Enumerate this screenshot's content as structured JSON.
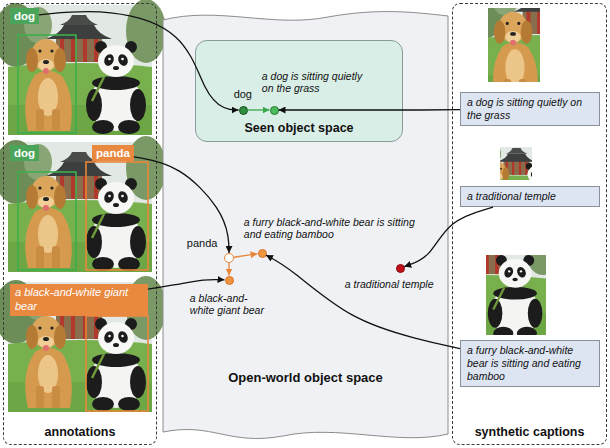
{
  "diagram": {
    "nodes": [
      {
        "text": [
          "annotations"
        ]
      },
      {
        "text": [
          "dog"
        ],
        "in": 0
      },
      {
        "text": [
          "dog"
        ],
        "in": 0
      },
      {
        "text": [
          "panda"
        ],
        "in": 0
      },
      {
        "text": [
          "a black-and-white giant bear"
        ],
        "in": 0
      },
      {
        "text": [
          "Open-world object space"
        ]
      },
      {
        "text": [
          "Seen object space"
        ],
        "in": 5
      },
      {
        "text": [
          "dog"
        ],
        "in": 6
      },
      {
        "text": [
          "a dog is sitting quietly on the grass"
        ],
        "in": 6
      },
      {
        "text": [
          "panda"
        ],
        "in": 5
      },
      {
        "text": [
          "a furry black-and-white bear is sitting and eating bamboo"
        ],
        "in": 5
      },
      {
        "text": [
          "a black-and-white giant bear"
        ],
        "in": 5
      },
      {
        "text": [
          "a traditional temple"
        ],
        "in": 5
      },
      {
        "text": [
          "synthetic captions"
        ]
      },
      {
        "text": [
          "a dog is sitting quietly on the grass"
        ],
        "in": 13
      },
      {
        "text": [
          "a traditional temple"
        ],
        "in": 13
      },
      {
        "text": [
          "a furry black-and-white bear is sitting and eating bamboo"
        ],
        "in": 13
      }
    ],
    "edges": [
      {
        "from": 1,
        "to": 7,
        "arrow": "to"
      },
      {
        "from": 7,
        "to": 8,
        "arrow": "to"
      },
      {
        "from": 14,
        "to": 8,
        "arrow": "to"
      },
      {
        "from": 3,
        "to": 9,
        "arrow": "to"
      },
      {
        "from": 9,
        "to": 10,
        "arrow": "to"
      },
      {
        "from": 9,
        "to": 11,
        "arrow": "to"
      },
      {
        "from": 4,
        "to": 11,
        "arrow": "to"
      },
      {
        "from": 15,
        "to": 12,
        "arrow": "to"
      },
      {
        "from": 16,
        "to": 10,
        "arrow": "to"
      }
    ]
  }
}
